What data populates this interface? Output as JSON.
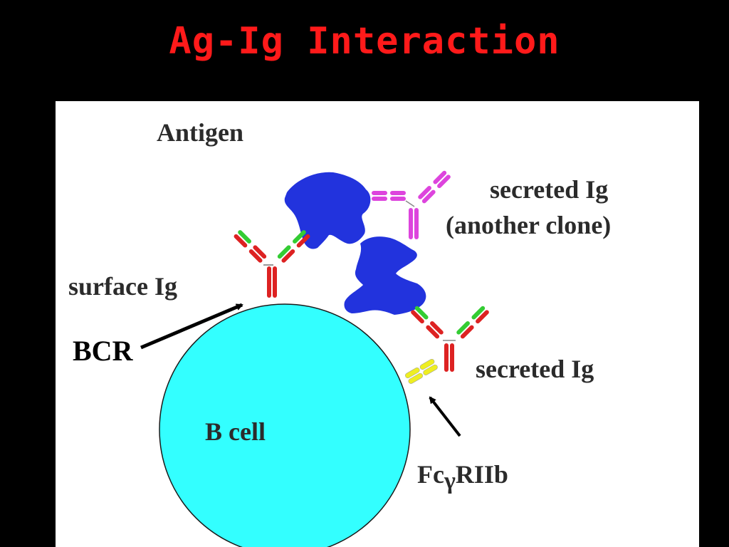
{
  "slide": {
    "title": "Ag-Ig Interaction"
  },
  "diagram": {
    "labels": {
      "antigen": "Antigen",
      "secreted_other_line1": "secreted Ig",
      "secreted_other_line2": "(another clone)",
      "surface_ig": "surface Ig",
      "bcr": "BCR",
      "b_cell": "B cell",
      "secreted_ig": "secreted Ig",
      "fc_prefix": "Fc",
      "fc_gamma": "γ",
      "fc_suffix": "RIIb"
    },
    "colors": {
      "background": "#000000",
      "title": "#ff1a1a",
      "panel": "#ffffff",
      "b_cell": "#33ffff",
      "antigen": "#2233dd",
      "heavy_chain": "#dd2222",
      "light_chain": "#33cc33",
      "other_clone": "#dd44dd",
      "receptor": "#eeee22"
    }
  }
}
